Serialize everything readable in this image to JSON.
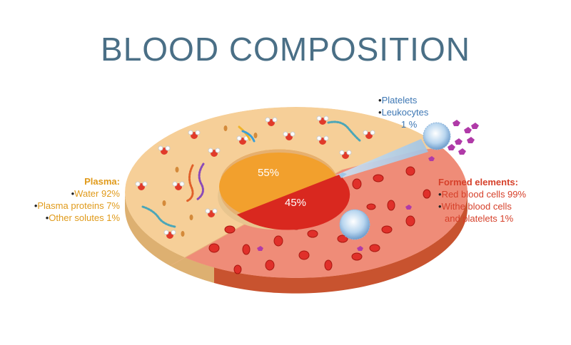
{
  "title": "BLOOD COMPOSITION",
  "center": {
    "plasma_pct": "55%",
    "formed_pct": "45%"
  },
  "plasma": {
    "heading": "Plasma:",
    "items": [
      "Water 92%",
      "Plasma proteins 7%",
      "Other solutes 1%"
    ],
    "color": "#e09a1a"
  },
  "formed": {
    "heading": "Formed elements:",
    "items": [
      "Red blood cells 99%",
      "Withe blood cells",
      "and platelets 1%"
    ],
    "color": "#d6402a"
  },
  "platelets": {
    "items": [
      "Platelets",
      "Leukocytes"
    ],
    "pct": "1 %",
    "color": "#3d77b4"
  },
  "colors": {
    "plasma_top": "#f6cf98",
    "plasma_side": "#ddb071",
    "formed_top": "#ef8c78",
    "formed_side": "#c8532f",
    "center_orange": "#f2a02d",
    "center_red": "#d9281f",
    "title": "#4a6f86"
  },
  "chart_data": {
    "type": "pie",
    "categories": [
      "Plasma",
      "Formed elements"
    ],
    "values": [
      55,
      45
    ]
  }
}
